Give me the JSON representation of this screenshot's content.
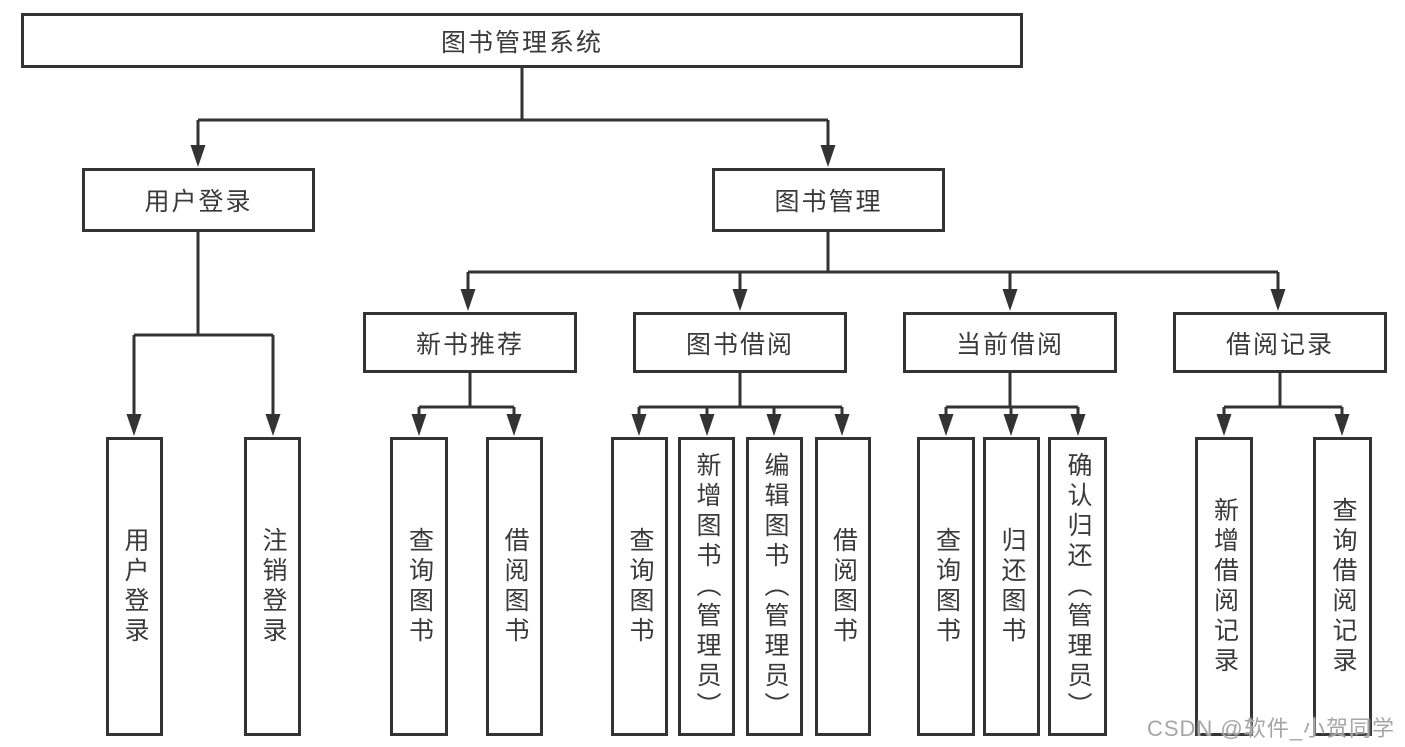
{
  "diagram": {
    "root": {
      "label": "图书管理系统"
    },
    "branches": [
      {
        "label": "用户登录",
        "children": [
          {
            "label": "用户登录"
          },
          {
            "label": "注销登录"
          }
        ]
      },
      {
        "label": "图书管理",
        "children": [
          {
            "label": "新书推荐",
            "children": [
              {
                "label": "查询图书"
              },
              {
                "label": "借阅图书"
              }
            ]
          },
          {
            "label": "图书借阅",
            "children": [
              {
                "label": "查询图书"
              },
              {
                "label": "新增图书（管理员）"
              },
              {
                "label": "编辑图书（管理员）"
              },
              {
                "label": "借阅图书"
              }
            ]
          },
          {
            "label": "当前借阅",
            "children": [
              {
                "label": "查询图书"
              },
              {
                "label": "归还图书"
              },
              {
                "label": "确认归还（管理员）"
              }
            ]
          },
          {
            "label": "借阅记录",
            "children": [
              {
                "label": "新增借阅记录"
              },
              {
                "label": "查询借阅记录"
              }
            ]
          }
        ]
      }
    ]
  },
  "watermark": {
    "text": "CSDN @软件_小贺同学"
  },
  "colors": {
    "line": "#333333",
    "text": "#3a3a3a",
    "watermark": "#a6a6a6",
    "background": "#ffffff"
  }
}
